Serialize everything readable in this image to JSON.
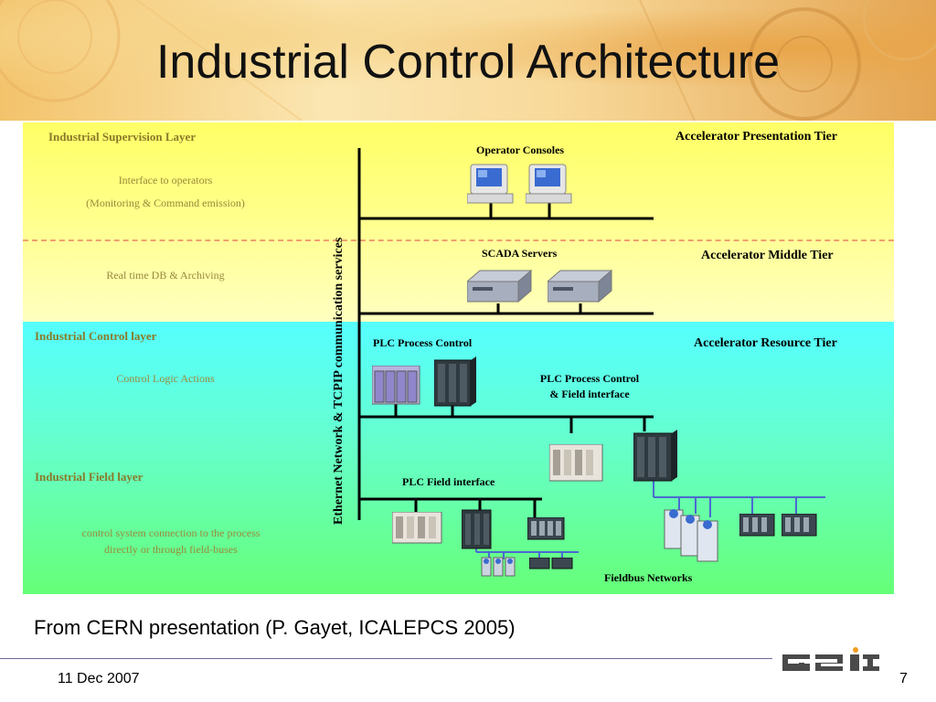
{
  "slide": {
    "title": "Industrial Control Architecture",
    "caption": "From CERN presentation (P. Gayet, ICALEPCS 2005)",
    "date": "11 Dec 2007",
    "page_number": "7",
    "logo": "GSI logo"
  },
  "diagram": {
    "left_labels": {
      "supervision_layer": "Industrial Supervision  Layer",
      "interface_operators": "Interface to operators",
      "monitoring_command": "(Monitoring & Command emission)",
      "realtime_db": "Real time DB & Archiving",
      "control_layer": "Industrial Control layer",
      "control_logic": "Control Logic Actions",
      "field_layer": "Industrial Field layer",
      "field_connection_line1": "control  system connection to the process",
      "field_connection_line2": "directly or through field-buses"
    },
    "tiers": {
      "presentation": "Accelerator Presentation Tier",
      "middle": "Accelerator Middle Tier",
      "resource": "Accelerator Resource Tier"
    },
    "network_label": "Ethernet Network  &   TCPIP communication services",
    "components": {
      "operator_consoles": "Operator Consoles",
      "scada_servers": "SCADA Servers",
      "plc_process_control": "PLC Process Control",
      "plc_process_field_line1": "PLC Process Control",
      "plc_process_field_line2": "& Field interface",
      "plc_field_interface": "PLC Field interface",
      "fieldbus_networks": "Fieldbus Networks"
    }
  },
  "colors": {
    "supervision_zone": "#ffff80",
    "control_zone_top": "#55ffff",
    "control_zone_bottom": "#66ff77",
    "layer_label": "#8a7a2a",
    "network_line": "#000000",
    "fieldbus_line": "#4a6ad0"
  }
}
